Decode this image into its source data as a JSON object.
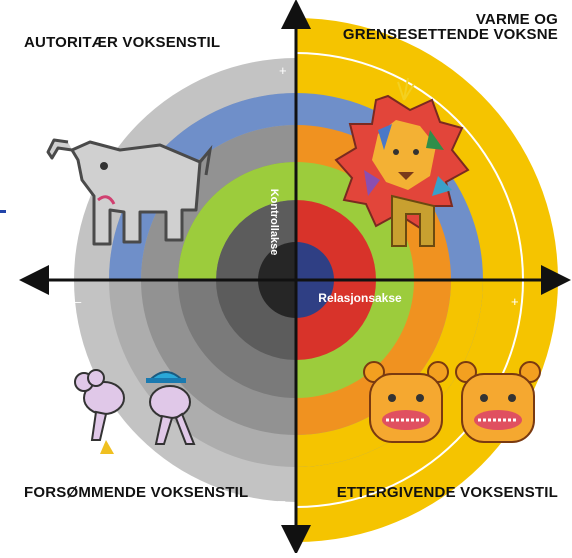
{
  "quadrants": {
    "top_left": "AUTORITÆR VOKSENSTIL",
    "top_right_line1": "VARME OG",
    "top_right_line2": "GRENSESETTENDE VOKSNE",
    "bottom_left": "FORSØMMENDE VOKSENSTIL",
    "bottom_right": "ETTERGIVENDE VOKSENSTIL"
  },
  "axes": {
    "vertical_label": "Kontrollakse",
    "horizontal_label": "Relasjonsakse",
    "plus": "+",
    "minus": "–"
  },
  "colors": {
    "ring_left": [
      "#bfbfbf",
      "#a9a9a9",
      "#8e8e8e",
      "#767676",
      "#5a5a5a",
      "#3a3a3a",
      "#1f1f1f"
    ],
    "ring_left_top_blue": "#6f8fc9",
    "ring_left_top_green": "#9ccc3c",
    "ring_right": [
      "#f5c400",
      "#6f8fc9",
      "#f09220",
      "#9ccc3c",
      "#d8332a",
      "#2f3f84"
    ],
    "axis": "#111111"
  },
  "illustrations": {
    "top_left": "elephant-icon",
    "top_right": "lion-icon",
    "bottom_left": "mice-icon",
    "bottom_right": "bears-icon"
  }
}
